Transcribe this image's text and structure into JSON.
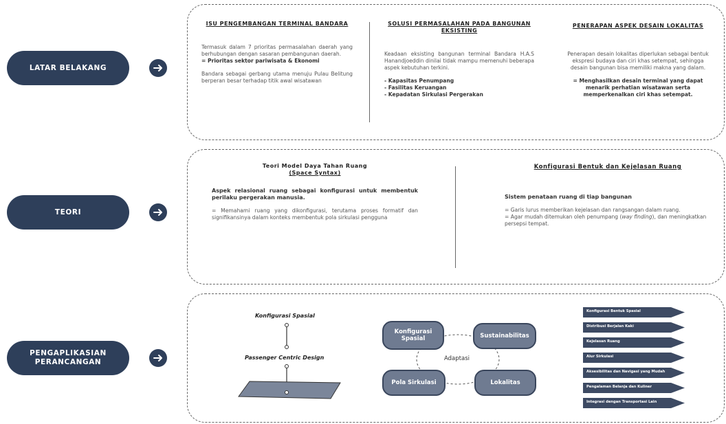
{
  "rows": [
    {
      "label": "LATAR BELAKANG"
    },
    {
      "label": "TEORI"
    },
    {
      "label": "PENGAPLIKASIAN\nPERANCANGAN"
    }
  ],
  "latar": {
    "col1": {
      "title": "ISU PENGEMBANGAN TERMINAL BANDARA",
      "p1": "Termasuk dalam 7 prioritas permasalahan daerah yang berhubungan dengan sasaran pembangunan daerah.",
      "p1_bold": "= Prioritas sektor pariwisata & Ekonomi",
      "p2": "Bandara sebagai gerbang utama menuju Pulau Belitung berperan besar terhadap titik awal wisatawan"
    },
    "col2": {
      "title": "SOLUSI PERMASALAHAN PADA BANGUNAN EKSISTING",
      "p1": "Keadaan eksisting bangunan terminal Bandara H.A.S Hanandjoeddin dinilai tidak mampu memenuhi beberapa aspek kebutuhan terkini.",
      "items": [
        "- Kapasitas Penumpang",
        "- Fasilitas Keruangan",
        "- Kepadatan Sirkulasi Pergerakan"
      ]
    },
    "col3": {
      "title": "PENERAPAN ASPEK DESAIN LOKALITAS",
      "p1": "Penerapan desain lokalitas diperlukan sebagai bentuk ekspresi budaya dan ciri khas setempat, sehingga desain bangunan bisa memiliki makna yang dalam.",
      "p2_bold": "= Menghasilkan desain terminal yang dapat menarik perhatian wisatawan serta memperkenalkan ciri khas setempat."
    }
  },
  "teori": {
    "left": {
      "title": "Teori Model Daya Tahan Ruang",
      "subtitle": "(Space Syntax)",
      "bold": "Aspek relasional ruang sebagai konfigurasi untuk membentuk perilaku pergerakan manusia.",
      "p": "= Memahami ruang yang dikonfigurasi, terutama proses formatif dan signifikansinya dalam konteks membentuk pola sirkulasi pengguna"
    },
    "right": {
      "title": "Konfigurasi Bentuk dan Kejelasan Ruang",
      "bold": "Sistem penataan ruang di tiap bangunan",
      "p1": "= Garis lurus memberikan kejelasan dan rangsangan dalam ruang.",
      "p2_a": "= Agar mudah ditemukan oleh penumpang (",
      "p2_ital": "way finding",
      "p2_b": "), dan meningkatkan persepsi tempat."
    }
  },
  "aplikasi": {
    "stack_top": "Konfigurasi Spasial",
    "stack_mid": "Passenger Centric Design",
    "cycle": {
      "center": "Adaptasi",
      "nodes": [
        "Konfigurasi Spasial",
        "Sustainabilitas",
        "Pola Sirkulasi",
        "Lokalitas"
      ]
    },
    "arrows": [
      "Konfigurasi Bentuk Spasial",
      "Distribusi Berjalan Kaki",
      "Kejelasan Ruang",
      "Alur Sirkulasi",
      "Aksesibilitas dan Navigasi yang Mudah",
      "Pengalaman Belanja dan Kuliner",
      "Integrasi dengan Transportasi Lain"
    ]
  },
  "colors": {
    "navy": "#2e3f5a",
    "slate": "#6f7b91",
    "arrow_fill": "#3d4a63"
  },
  "icons": [
    "arrow-right-circle-icon"
  ]
}
